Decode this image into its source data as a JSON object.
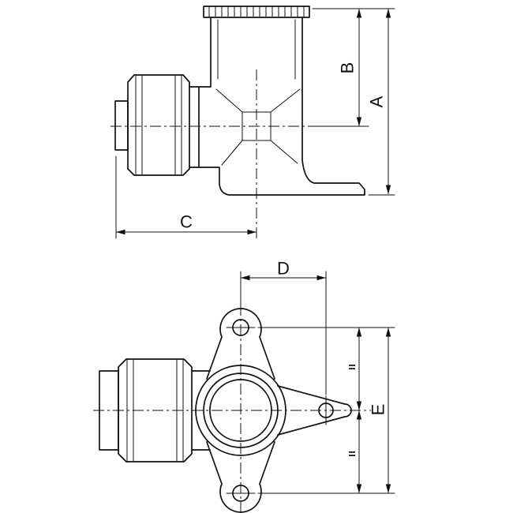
{
  "colors": {
    "line": "#111111",
    "background": "#ffffff"
  },
  "side_view": {
    "dim_a": "A",
    "dim_b": "B",
    "dim_c": "C"
  },
  "front_view": {
    "dim_d": "D",
    "dim_e": "E",
    "equal_top": "=",
    "equal_bottom": "="
  }
}
